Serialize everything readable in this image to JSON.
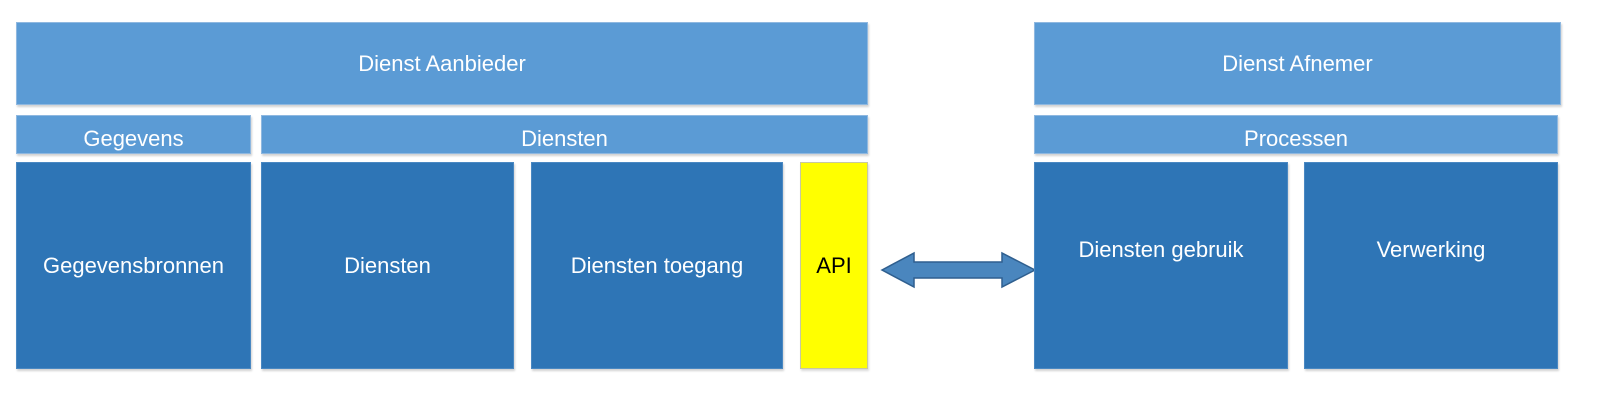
{
  "provider": {
    "title": "Dienst Aanbieder",
    "gegevens_header": "Gegevens",
    "diensten_header": "Diensten",
    "gegevensbronnen": "Gegevensbronnen",
    "diensten": "Diensten",
    "diensten_toegang": "Diensten toegang",
    "api": "API"
  },
  "consumer": {
    "title": "Dienst Afnemer",
    "processen_header": "Processen",
    "diensten_gebruik": "Diensten gebruik",
    "verwerking": "Verwerking"
  },
  "connector": {
    "icon": "double-arrow-icon"
  },
  "colors": {
    "light_blue": "#5b9bd5",
    "dark_blue": "#2e75b6",
    "api_yellow": "#ffff00",
    "arrow_fill": "#4a86be",
    "arrow_stroke": "#2f5f8f"
  }
}
